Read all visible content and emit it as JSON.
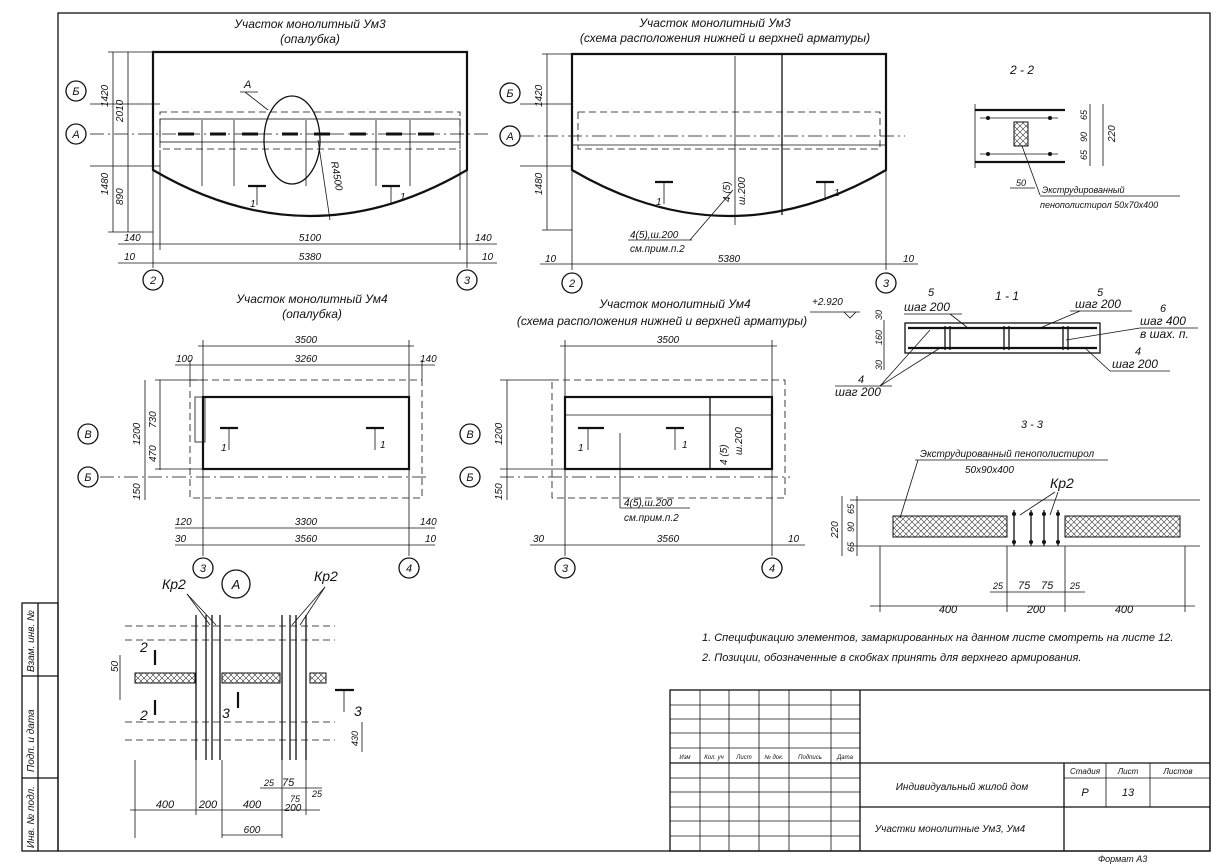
{
  "frame": {
    "format_label": "Формат А3"
  },
  "views": {
    "um3_formwork": {
      "title1": "Участок монолитный Ум3",
      "title2": "(опалубка)",
      "axes": {
        "b": "Б",
        "a": "А",
        "n2": "2",
        "n3": "3"
      },
      "dims": {
        "d1420": "1420",
        "d2010": "2010",
        "d1480": "1480",
        "d890": "890",
        "d5100": "5100",
        "d5380": "5380",
        "d140l": "140",
        "d140r": "140",
        "d10l": "10",
        "d10r": "10",
        "radius": "R4500"
      },
      "callout": "А",
      "section_marks": [
        "1",
        "1"
      ]
    },
    "um3_rebar": {
      "title1": "Участок монолитный Ум3",
      "title2": "(схема расположения нижней и верхней арматуры)",
      "axes": {
        "b": "Б",
        "a": "А",
        "n2": "2",
        "n3": "3"
      },
      "dims": {
        "d1420": "1420",
        "d1480": "1480",
        "d5380": "5380",
        "d10l": "10",
        "d10r": "10"
      },
      "bar_label_vertical": "4 (5)",
      "bar_step_vertical": "ш.200",
      "leader_label": "4(5),ш.200",
      "leader_note": "см.прим.п.2",
      "section_marks": [
        "1",
        "1"
      ]
    },
    "section_2_2": {
      "title": "2 - 2",
      "dims": {
        "d65a": "65",
        "d90": "90",
        "d65b": "65",
        "d220": "220",
        "d50": "50"
      },
      "note1": "Экструдированный",
      "note2": "пенополистирол 50х70х400"
    },
    "section_1_1": {
      "title": "1 - 1",
      "level": "+2.920",
      "dims": {
        "d30a": "30",
        "d160": "160",
        "d30b": "30"
      },
      "labels": [
        {
          "pos": "5",
          "step": "шаг 200"
        },
        {
          "pos": "5",
          "step": "шаг 200"
        },
        {
          "pos": "6",
          "step": "шаг 400",
          "extra": "в шах. п."
        },
        {
          "pos": "4",
          "step": "шаг 200"
        },
        {
          "pos": "4",
          "step": "шаг 200"
        }
      ]
    },
    "section_3_3": {
      "title": "3 - 3",
      "note1": "Экструдированный пенополистирол",
      "note2": "50х90х400",
      "mark": "Кр2",
      "dims": {
        "d220": "220",
        "d65a": "65",
        "d90": "90",
        "d65b": "65",
        "d25a": "25",
        "d75a": "75",
        "d75b": "75",
        "d25b": "25",
        "d400a": "400",
        "d200": "200",
        "d400b": "400"
      }
    },
    "um4_formwork": {
      "title1": "Участок монолитный Ум4",
      "title2": "(опалубка)",
      "axes": {
        "v": "В",
        "b": "Б",
        "n3": "3",
        "n4": "4"
      },
      "dims": {
        "d3500": "3500",
        "d3260": "3260",
        "d100": "100",
        "d140t": "140",
        "d1200": "1200",
        "d730": "730",
        "d470": "470",
        "d150": "150",
        "d3300": "3300",
        "d3560": "3560",
        "d120": "120",
        "d140b": "140",
        "d30": "30",
        "d10": "10"
      },
      "section_marks": [
        "1",
        "1"
      ]
    },
    "um4_rebar": {
      "title1": "Участок монолитный Ум4",
      "title2": "(схема расположения нижней и верхней арматуры)",
      "axes": {
        "v": "В",
        "b": "Б",
        "n3": "3",
        "n4": "4"
      },
      "dims": {
        "d3500": "3500",
        "d1200": "1200",
        "d150": "150",
        "d3560": "3560",
        "d30": "30",
        "d10": "10"
      },
      "bar_label_vertical": "4 (5)",
      "bar_step_vertical": "ш.200",
      "leader_label": "4(5),ш.200",
      "leader_note": "см.прим.п.2",
      "section_marks": [
        "1",
        "1"
      ]
    },
    "node_a": {
      "title": "А",
      "marks": [
        "Кр2",
        "Кр2"
      ],
      "section_marks": [
        "2",
        "2",
        "3",
        "3"
      ],
      "dims": {
        "d50": "50",
        "d430": "430",
        "d25a": "25",
        "d75a": "75",
        "d75b": "75",
        "d25b": "25",
        "d400a": "400",
        "d200a": "200",
        "d400b": "400",
        "d200b": "200",
        "d600": "600"
      }
    }
  },
  "notes": [
    "1. Спецификацию элементов, замаркированных на данном листе смотреть на листе 12.",
    "2. Позиции, обозначенные в скобках принять для верхнего армирования."
  ],
  "title_block": {
    "col_headers": [
      "Изм",
      "Кол. уч",
      "Лист",
      "№ док.",
      "Подпись",
      "Дата"
    ],
    "project": "Индивидуальный жилой дом",
    "sheet_title": "Участки монолитные Ум3, Ум4",
    "stage_header": "Стадия",
    "sheet_header": "Лист",
    "sheets_header": "Листов",
    "stage": "Р",
    "sheet": "13",
    "sheets": ""
  },
  "side_stamp": {
    "inv_zam": "Взам. инв. №",
    "sign_date": "Подп. и дата",
    "inv_podl": "Инв. № подл."
  }
}
